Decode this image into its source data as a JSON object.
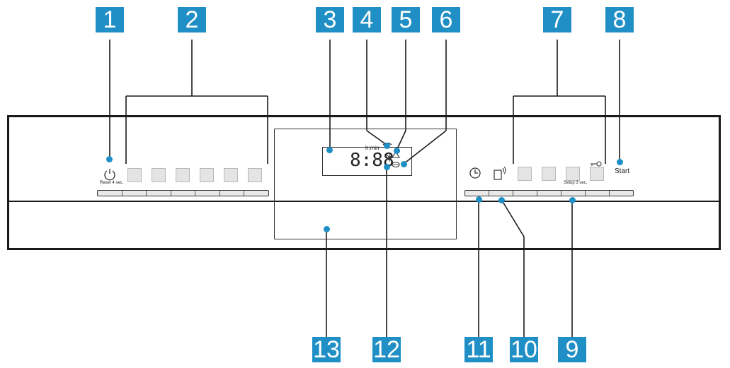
{
  "callouts": {
    "c1": "1",
    "c2": "2",
    "c3": "3",
    "c4": "4",
    "c5": "5",
    "c6": "6",
    "c7": "7",
    "c8": "8",
    "c9": "9",
    "c10": "10",
    "c11": "11",
    "c12": "12",
    "c13": "13"
  },
  "display": {
    "digits": "8:88",
    "unit": "h:min"
  },
  "labels": {
    "reset": "Reset 4 sec.",
    "setup": "Setup 3 sec.",
    "start": "Start"
  },
  "icons": {
    "power": "power-icon",
    "clock": "clock-icon",
    "remote": "remote-start-icon",
    "childlock": "key-icon",
    "wifi": "wifi-icon",
    "rinse": "rinse-aid-icon",
    "salt": "salt-icon",
    "sprinkle": "sparkle-icon"
  },
  "colors": {
    "callout_bg": "#1f8fc6",
    "outline": "#1a1a1a",
    "button_fill": "#e4e4e4"
  }
}
